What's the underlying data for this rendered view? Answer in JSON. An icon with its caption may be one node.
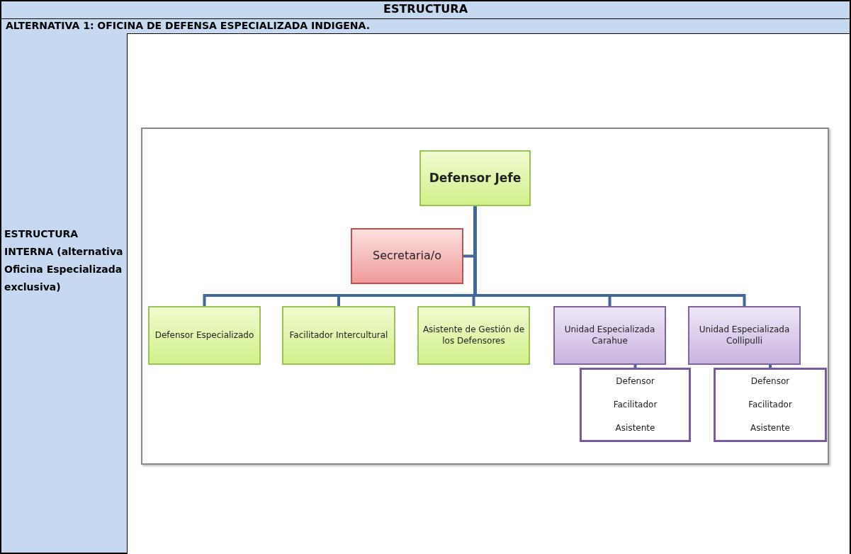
{
  "diagram": {
    "title": "ESTRUCTURA",
    "nodes": [
      {
        "text": [
          "Defensor Jefe"
        ]
      },
      {
        "text": [
          "Secretaria/o"
        ]
      },
      {
        "text": [
          "Defensor Especializado"
        ]
      },
      {
        "text": [
          "Facilitador Intercultural"
        ]
      },
      {
        "text": [
          "Asistente de Gestión de los Defensores"
        ]
      },
      {
        "text": [
          "Unidad Especializada Carahue"
        ]
      },
      {
        "text": [
          "Unidad Especializada Collipulli"
        ]
      },
      {
        "text": [
          "Defensor",
          "Facilitador",
          "Asistente"
        ]
      },
      {
        "text": [
          "Defensor",
          "Facilitador",
          "Asistente"
        ]
      }
    ],
    "edges": [
      {
        "from": 0,
        "to": 1,
        "arrow": "none"
      },
      {
        "from": 0,
        "to": 2,
        "arrow": "none"
      },
      {
        "from": 0,
        "to": 3,
        "arrow": "none"
      },
      {
        "from": 0,
        "to": 4,
        "arrow": "none"
      },
      {
        "from": 0,
        "to": 5,
        "arrow": "none"
      },
      {
        "from": 0,
        "to": 6,
        "arrow": "none"
      },
      {
        "from": 5,
        "to": 7,
        "arrow": "none"
      },
      {
        "from": 6,
        "to": 8,
        "arrow": "none"
      }
    ],
    "labels": [
      "ALTERNATIVA 1: OFICINA DE DEFENSA ESPECIALIZADA INDIGENA.",
      "ESTRUCTURA INTERNA (alternativa Oficina Especializada exclusiva)"
    ]
  }
}
